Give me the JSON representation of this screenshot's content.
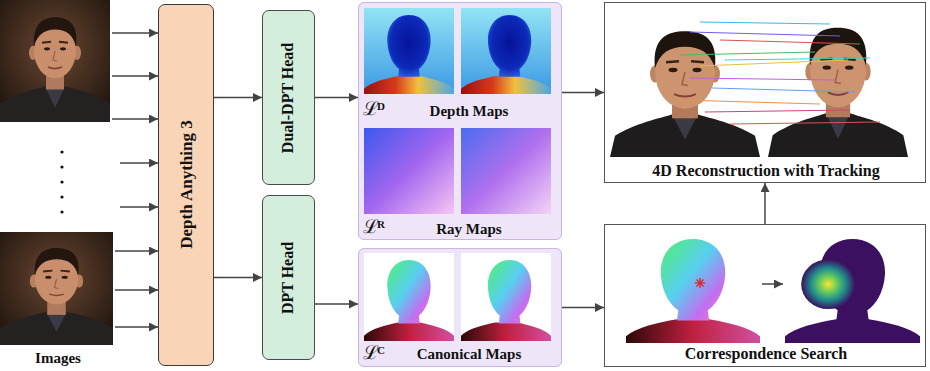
{
  "diagram": {
    "nodes": [
      {
        "text": [
          "Depth Anything 3"
        ]
      },
      {
        "text": [
          "Dual-DPT Head"
        ]
      },
      {
        "text": [
          "DPT Head"
        ]
      },
      {
        "text": [
          "Depth Maps",
          "Ray Maps"
        ]
      },
      {
        "text": [
          "Canonical Maps"
        ]
      },
      {
        "text": [
          "4D Reconstruction with Tracking"
        ]
      },
      {
        "text": [
          "Correspondence Search"
        ]
      }
    ],
    "edges": [
      {
        "from": 0,
        "to": 1,
        "arrow": "to"
      },
      {
        "from": 0,
        "to": 2,
        "arrow": "to"
      },
      {
        "from": 1,
        "to": 3,
        "arrow": "to"
      },
      {
        "from": 2,
        "to": 4,
        "arrow": "to"
      },
      {
        "from": 3,
        "to": 5,
        "arrow": "to"
      },
      {
        "from": 4,
        "to": 6,
        "arrow": "to"
      },
      {
        "from": 6,
        "to": 5,
        "arrow": "to"
      }
    ],
    "labels": [
      "Images",
      "ℒ",
      "D",
      "ℒ",
      "R",
      "ℒ",
      "C"
    ]
  }
}
